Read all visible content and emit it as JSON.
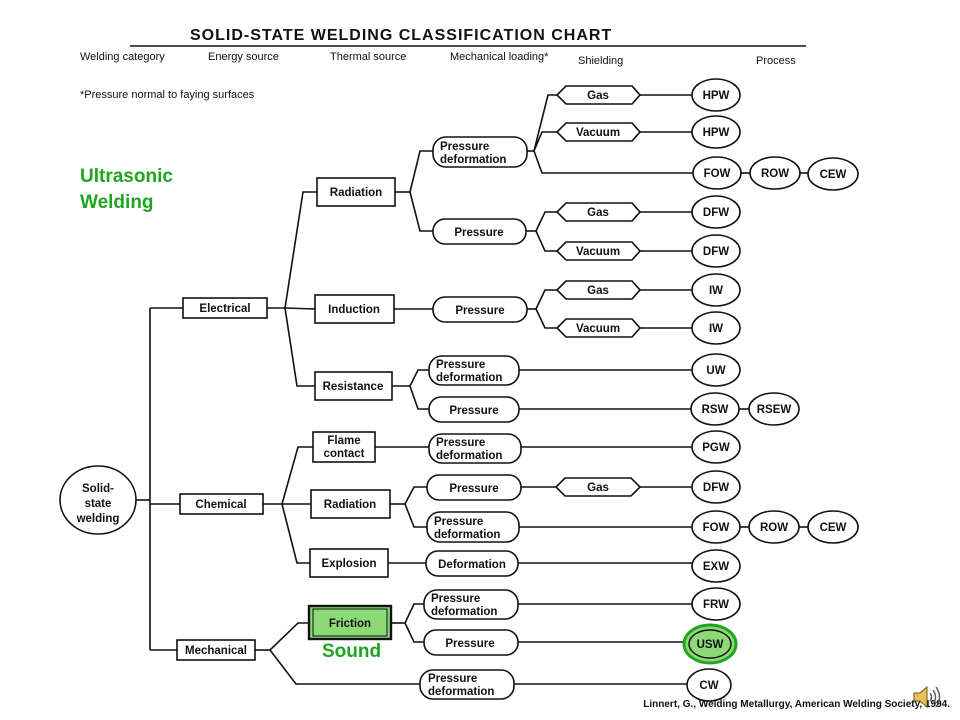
{
  "title": "SOLID-STATE WELDING CLASSIFICATION CHART",
  "headers": {
    "welding_category": "Welding category",
    "energy_source": "Energy source",
    "thermal_source": "Thermal source",
    "mechanical_loading": "Mechanical loading*",
    "shielding": "Shielding",
    "process": "Process"
  },
  "footnote": "*Pressure normal to faying surfaces",
  "root": "Solid-state welding",
  "energy": {
    "electrical": "Electrical",
    "chemical": "Chemical",
    "mechanical": "Mechanical"
  },
  "thermal": {
    "radiation_el": "Radiation",
    "induction": "Induction",
    "resistance": "Resistance",
    "flame": "Flame contact",
    "radiation_ch": "Radiation",
    "explosion": "Explosion",
    "friction": "Friction"
  },
  "loading": {
    "l1": "Pressure deformation",
    "l2": "Pressure",
    "l3": "Pressure",
    "l4": "Pressure deformation",
    "l5": "Pressure",
    "l6": "Pressure deformation",
    "l7": "Pressure",
    "l8": "Pressure deformation",
    "l9": "Deformation",
    "l10": "Pressure deformation",
    "l11": "Pressure",
    "l12": "Pressure deformation"
  },
  "shield": {
    "s1": "Gas",
    "s2": "Vacuum",
    "s3": "Gas",
    "s4": "Vacuum",
    "s5": "Gas",
    "s6": "Vacuum",
    "s7": "Gas"
  },
  "process": {
    "p1": "HPW",
    "p2": "HPW",
    "p3": "FOW",
    "p3b": "ROW",
    "p3c": "CEW",
    "p4": "DFW",
    "p5": "DFW",
    "p6": "IW",
    "p7": "IW",
    "p8": "UW",
    "p9": "RSW",
    "p9b": "RSEW",
    "p10": "PGW",
    "p11": "DFW",
    "p12": "FOW",
    "p12b": "ROW",
    "p12c": "CEW",
    "p13": "EXW",
    "p14": "FRW",
    "p15": "USW",
    "p16": "CW"
  },
  "overlay": {
    "ultrasonic": "Ultrasonic\nWelding",
    "sound": "Sound",
    "citation": "Linnert, G., Welding Metallurgy, American Welding Society, 1994."
  },
  "colors": {
    "highlight": "#1fa51f",
    "highlight_fill": "#8cd977",
    "line": "#111111"
  },
  "icons": {
    "speaker": "speaker-icon"
  }
}
